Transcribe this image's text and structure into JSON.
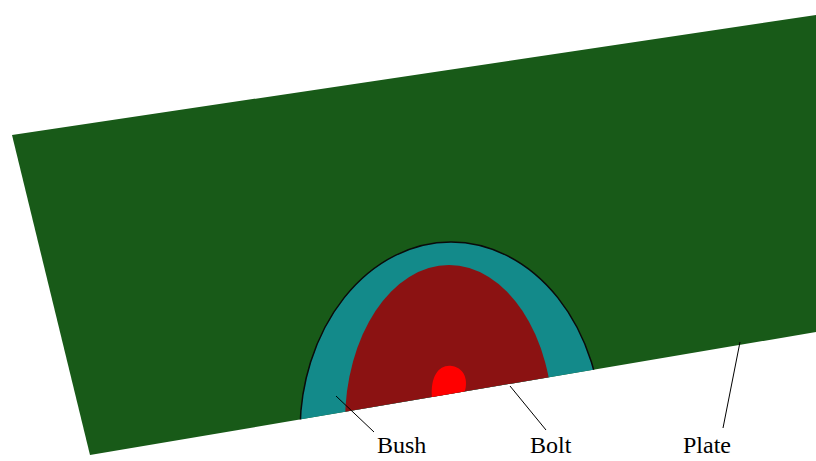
{
  "diagram": {
    "labels": [
      "Bush",
      "Bolt",
      "Plate"
    ]
  }
}
